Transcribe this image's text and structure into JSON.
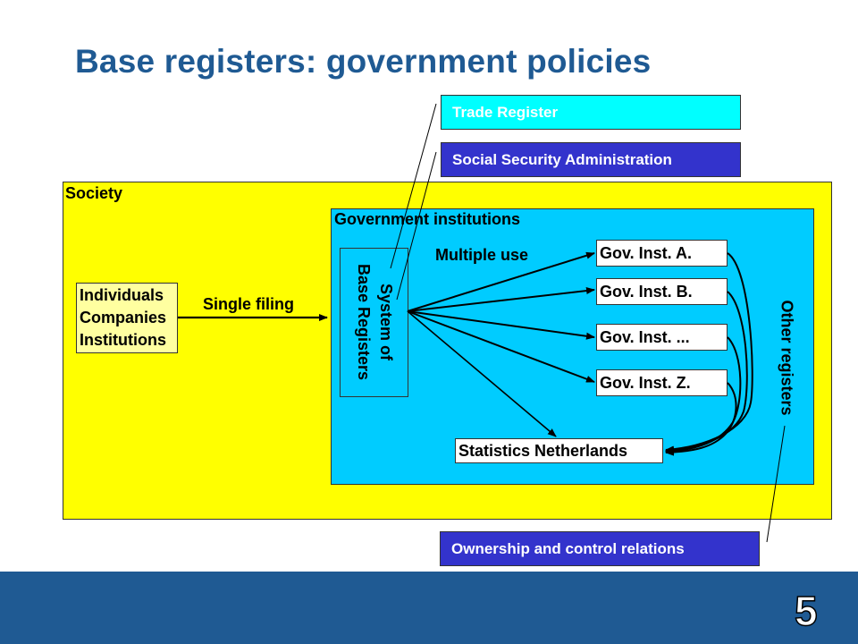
{
  "title": "Base registers: government policies",
  "callouts": {
    "trade": "Trade Register",
    "ssa": "Social Security Administration",
    "ownership": "Ownership and control relations"
  },
  "society_label": "Society",
  "gov_label": "Government institutions",
  "individuals": [
    "Individuals",
    "Companies",
    "Institutions"
  ],
  "single_filing": "Single filing",
  "multiple_use": "Multiple use",
  "system_lines": [
    "System of",
    "Base Registers"
  ],
  "gov_insts": [
    "Gov. Inst. A.",
    "Gov. Inst. B.",
    "Gov. Inst. ...",
    "Gov. Inst. Z."
  ],
  "statistics": "Statistics Netherlands",
  "other_registers": "Other registers",
  "page_number": "5",
  "colors": {
    "title": "#1f5a93",
    "society": "#ffff00",
    "government": "#00ccff",
    "trade": "#00ffff",
    "ssa": "#3333cc",
    "footer": "#1f5a93"
  }
}
